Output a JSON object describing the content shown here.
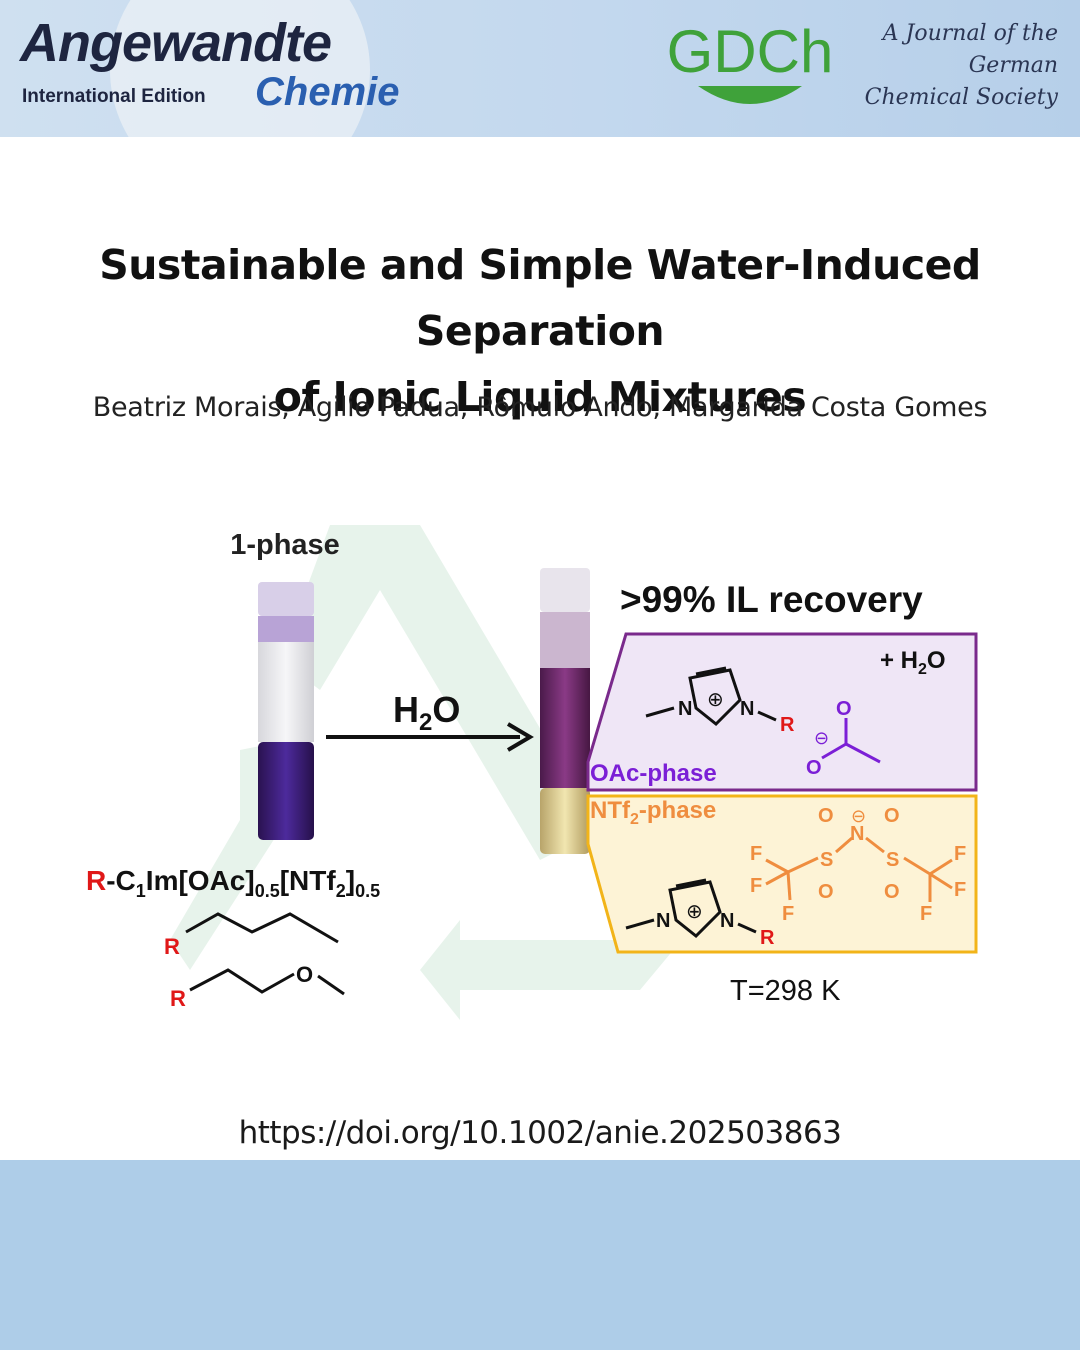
{
  "header": {
    "journal_name": "Angewandte",
    "edition": "International Edition",
    "journal_sub": "Chemie",
    "society_logo": "GDCh",
    "tagline": [
      "A Journal of the",
      "German",
      "Chemical Society"
    ]
  },
  "paper": {
    "title_lines": [
      "Sustainable and Simple Water-Induced Separation",
      "of Ionic Liquid Mixtures"
    ],
    "authors": "Beatriz Morais, Agilio Padua, Rômulo Ando, Margarida Costa Gomes",
    "doi": "https://doi.org/10.1002/anie.202503863"
  },
  "abstract": {
    "one_phase_label": "1-phase",
    "arrow_label": "H",
    "arrow_label_sub": "2",
    "arrow_label_end": "O",
    "recovery_label": ">99% IL recovery",
    "add_water_label": "+ H",
    "add_water_sub": "2",
    "add_water_end": "O",
    "oac_phase_label": "OAc-phase",
    "ntf2_phase_label": "NTf",
    "ntf2_phase_sub": "2",
    "ntf2_phase_end": "-phase",
    "formula_r": "R",
    "formula_main": "-C",
    "formula_sub1": "1",
    "formula_mid": "Im[OAc]",
    "formula_sub2": "0.5",
    "formula_mid2": "[NTf",
    "formula_sub3": "2",
    "formula_end": "]",
    "formula_sub4": "0.5",
    "temperature_label": "T=298 K",
    "atom_n": "N",
    "atom_o": "O",
    "atom_s": "S",
    "atom_f": "F",
    "atom_r": "R",
    "plus_sign": "⊕",
    "minus_sign": "⊖"
  },
  "colors": {
    "oac_box": "#7a2a8c",
    "oac_fill": "#efe6f6",
    "ntf2_box": "#f2b419",
    "ntf2_fill": "#fdf3d6",
    "oac_text": "#7b1fd6",
    "ntf2_text": "#ef8d3f",
    "r_red": "#e01818",
    "cycle_arrow": "#e8f3ec",
    "footer": "#aecde8"
  }
}
